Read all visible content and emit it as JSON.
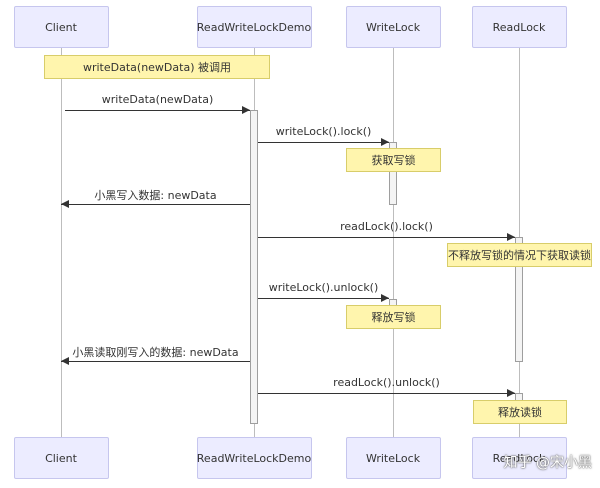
{
  "actors": [
    {
      "id": "client",
      "label": "Client"
    },
    {
      "id": "demo",
      "label": "ReadWriteLockDemo"
    },
    {
      "id": "writelock",
      "label": "WriteLock"
    },
    {
      "id": "readlock",
      "label": "ReadLock"
    }
  ],
  "notes": [
    {
      "id": "note-1",
      "text": "writeData(newData) 被调用"
    },
    {
      "id": "note-2",
      "text": "获取写锁"
    },
    {
      "id": "note-3",
      "text": "不释放写锁的情况下获取读锁"
    },
    {
      "id": "note-4",
      "text": "释放写锁"
    },
    {
      "id": "note-5",
      "text": "释放读锁"
    }
  ],
  "messages": [
    {
      "id": "msg-1",
      "from": "client",
      "to": "demo",
      "text": "writeData(newData)"
    },
    {
      "id": "msg-2",
      "from": "demo",
      "to": "writelock",
      "text": "writeLock().lock()"
    },
    {
      "id": "msg-3",
      "from": "demo",
      "to": "client",
      "text": "小黑写入数据: newData"
    },
    {
      "id": "msg-4",
      "from": "demo",
      "to": "readlock",
      "text": "readLock().lock()"
    },
    {
      "id": "msg-5",
      "from": "demo",
      "to": "writelock",
      "text": "writeLock().unlock()"
    },
    {
      "id": "msg-6",
      "from": "demo",
      "to": "client",
      "text": "小黑读取刚写入的数据: newData"
    },
    {
      "id": "msg-7",
      "from": "demo",
      "to": "readlock",
      "text": "readLock().unlock()"
    }
  ],
  "watermark": "知乎 @宋小黑"
}
